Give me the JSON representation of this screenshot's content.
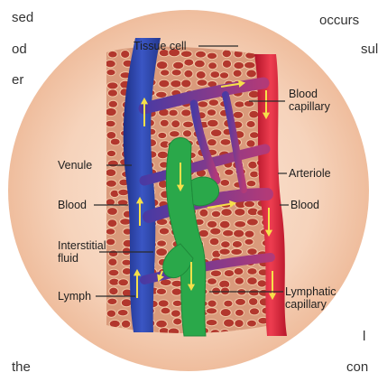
{
  "page_fragments": {
    "top_left_1": "sed",
    "top_left_2": "od",
    "top_left_3": "er",
    "top_right_1": "occurs",
    "top_right_2": "sul",
    "bottom_left": "the",
    "bottom_right_1": "l",
    "bottom_right_2": "con"
  },
  "diagram": {
    "labels": {
      "tissue_cell": "Tissue cell",
      "blood_capillary_1": "Blood",
      "blood_capillary_2": "capillary",
      "venule": "Venule",
      "arteriole": "Arteriole",
      "blood_left": "Blood",
      "blood_right": "Blood",
      "interstitial_1": "Interstitial",
      "interstitial_2": "fluid",
      "lymph": "Lymph",
      "lymphatic_1": "Lymphatic",
      "lymphatic_2": "capillary"
    },
    "colors": {
      "background_disc": "#f6d3bb",
      "venule": "#2e45a8",
      "arteriole": "#d9253a",
      "capillary": "#8a3a9a",
      "lymphatic": "#2aa84a",
      "tissue_cells": "#b2372d",
      "flow_arrows": "#f6e04a"
    }
  }
}
